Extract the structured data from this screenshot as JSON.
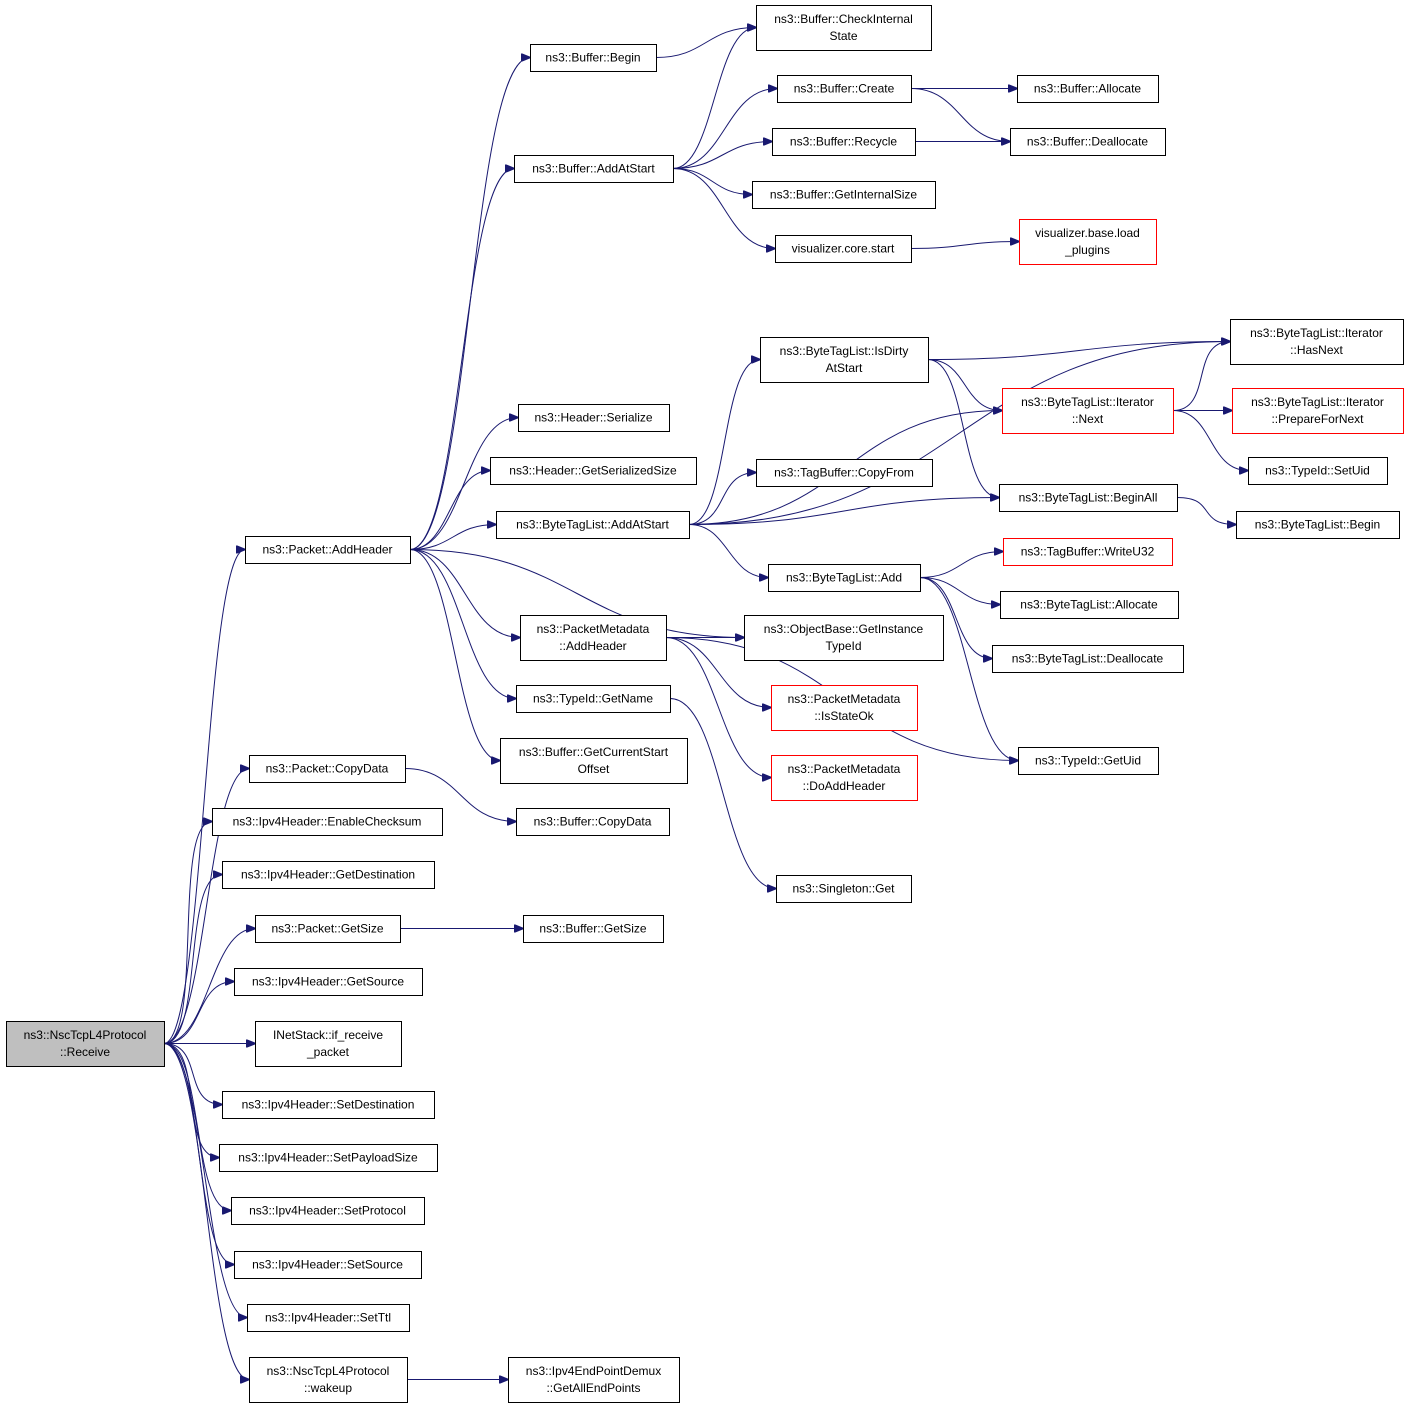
{
  "colors": {
    "edge": "#191970",
    "border_default": "#000000",
    "border_truncated": "#ff0000",
    "fill_root": "#bfbfbf",
    "fill_default": "#ffffff"
  },
  "nodes": [
    {
      "id": "root",
      "lines": [
        "ns3::NscTcpL4Protocol",
        "::Receive"
      ],
      "style": "root"
    },
    {
      "id": "packet_addheader",
      "lines": [
        "ns3::Packet::AddHeader"
      ],
      "style": "default"
    },
    {
      "id": "buffer_begin",
      "lines": [
        "ns3::Buffer::Begin"
      ],
      "style": "default"
    },
    {
      "id": "buffer_checkinternalstate",
      "lines": [
        "ns3::Buffer::CheckInternal",
        "State"
      ],
      "style": "default"
    },
    {
      "id": "buffer_addatstart",
      "lines": [
        "ns3::Buffer::AddAtStart"
      ],
      "style": "default"
    },
    {
      "id": "buffer_create",
      "lines": [
        "ns3::Buffer::Create"
      ],
      "style": "default"
    },
    {
      "id": "buffer_allocate",
      "lines": [
        "ns3::Buffer::Allocate"
      ],
      "style": "default"
    },
    {
      "id": "buffer_recycle",
      "lines": [
        "ns3::Buffer::Recycle"
      ],
      "style": "default"
    },
    {
      "id": "buffer_deallocate",
      "lines": [
        "ns3::Buffer::Deallocate"
      ],
      "style": "default"
    },
    {
      "id": "buffer_getinternalsize",
      "lines": [
        "ns3::Buffer::GetInternalSize"
      ],
      "style": "default"
    },
    {
      "id": "visualizer_core_start",
      "lines": [
        "visualizer.core.start"
      ],
      "style": "default"
    },
    {
      "id": "visualizer_base_load_plugins",
      "lines": [
        "visualizer.base.load",
        "_plugins"
      ],
      "style": "truncated"
    },
    {
      "id": "header_serialize",
      "lines": [
        "ns3::Header::Serialize"
      ],
      "style": "default"
    },
    {
      "id": "header_getserializedsize",
      "lines": [
        "ns3::Header::GetSerializedSize"
      ],
      "style": "default"
    },
    {
      "id": "bytetaglist_addatstart",
      "lines": [
        "ns3::ByteTagList::AddAtStart"
      ],
      "style": "default"
    },
    {
      "id": "bytetaglist_isdirtyatstart",
      "lines": [
        "ns3::ByteTagList::IsDirty",
        "AtStart"
      ],
      "style": "default"
    },
    {
      "id": "bytetaglist_iterator_hasnext",
      "lines": [
        "ns3::ByteTagList::Iterator",
        "::HasNext"
      ],
      "style": "default"
    },
    {
      "id": "bytetaglist_iterator_next",
      "lines": [
        "ns3::ByteTagList::Iterator",
        "::Next"
      ],
      "style": "truncated"
    },
    {
      "id": "bytetaglist_iterator_preparefornext",
      "lines": [
        "ns3::ByteTagList::Iterator",
        "::PrepareForNext"
      ],
      "style": "truncated"
    },
    {
      "id": "typeid_setuid",
      "lines": [
        "ns3::TypeId::SetUid"
      ],
      "style": "default"
    },
    {
      "id": "tagbuffer_copyfrom",
      "lines": [
        "ns3::TagBuffer::CopyFrom"
      ],
      "style": "default"
    },
    {
      "id": "bytetaglist_beginall",
      "lines": [
        "ns3::ByteTagList::BeginAll"
      ],
      "style": "default"
    },
    {
      "id": "bytetaglist_begin",
      "lines": [
        "ns3::ByteTagList::Begin"
      ],
      "style": "default"
    },
    {
      "id": "bytetaglist_add",
      "lines": [
        "ns3::ByteTagList::Add"
      ],
      "style": "default"
    },
    {
      "id": "tagbuffer_writeu32",
      "lines": [
        "ns3::TagBuffer::WriteU32"
      ],
      "style": "truncated"
    },
    {
      "id": "bytetaglist_allocate",
      "lines": [
        "ns3::ByteTagList::Allocate"
      ],
      "style": "default"
    },
    {
      "id": "bytetaglist_deallocate",
      "lines": [
        "ns3::ByteTagList::Deallocate"
      ],
      "style": "default"
    },
    {
      "id": "packetmetadata_addheader",
      "lines": [
        "ns3::PacketMetadata",
        "::AddHeader"
      ],
      "style": "default"
    },
    {
      "id": "objectbase_getinstancetypeid",
      "lines": [
        "ns3::ObjectBase::GetInstance",
        "TypeId"
      ],
      "style": "default"
    },
    {
      "id": "packetmetadata_isstateok",
      "lines": [
        "ns3::PacketMetadata",
        "::IsStateOk"
      ],
      "style": "truncated"
    },
    {
      "id": "packetmetadata_doaddheader",
      "lines": [
        "ns3::PacketMetadata",
        "::DoAddHeader"
      ],
      "style": "truncated"
    },
    {
      "id": "typeid_getuid",
      "lines": [
        "ns3::TypeId::GetUid"
      ],
      "style": "default"
    },
    {
      "id": "typeid_getname",
      "lines": [
        "ns3::TypeId::GetName"
      ],
      "style": "default"
    },
    {
      "id": "buffer_getcurrentstartoffset",
      "lines": [
        "ns3::Buffer::GetCurrentStart",
        "Offset"
      ],
      "style": "default"
    },
    {
      "id": "singleton_get",
      "lines": [
        "ns3::Singleton::Get"
      ],
      "style": "default"
    },
    {
      "id": "packet_copydata",
      "lines": [
        "ns3::Packet::CopyData"
      ],
      "style": "default"
    },
    {
      "id": "buffer_copydata",
      "lines": [
        "ns3::Buffer::CopyData"
      ],
      "style": "default"
    },
    {
      "id": "ipv4header_enablechecksum",
      "lines": [
        "ns3::Ipv4Header::EnableChecksum"
      ],
      "style": "default"
    },
    {
      "id": "ipv4header_getdestination",
      "lines": [
        "ns3::Ipv4Header::GetDestination"
      ],
      "style": "default"
    },
    {
      "id": "packet_getsize",
      "lines": [
        "ns3::Packet::GetSize"
      ],
      "style": "default"
    },
    {
      "id": "buffer_getsize",
      "lines": [
        "ns3::Buffer::GetSize"
      ],
      "style": "default"
    },
    {
      "id": "ipv4header_getsource",
      "lines": [
        "ns3::Ipv4Header::GetSource"
      ],
      "style": "default"
    },
    {
      "id": "inetstack_if_receive_packet",
      "lines": [
        "INetStack::if_receive",
        "_packet"
      ],
      "style": "default"
    },
    {
      "id": "ipv4header_setdestination",
      "lines": [
        "ns3::Ipv4Header::SetDestination"
      ],
      "style": "default"
    },
    {
      "id": "ipv4header_setpayloadsize",
      "lines": [
        "ns3::Ipv4Header::SetPayloadSize"
      ],
      "style": "default"
    },
    {
      "id": "ipv4header_setprotocol",
      "lines": [
        "ns3::Ipv4Header::SetProtocol"
      ],
      "style": "default"
    },
    {
      "id": "ipv4header_setsource",
      "lines": [
        "ns3::Ipv4Header::SetSource"
      ],
      "style": "default"
    },
    {
      "id": "ipv4header_setttl",
      "lines": [
        "ns3::Ipv4Header::SetTtl"
      ],
      "style": "default"
    },
    {
      "id": "nsctcpl4protocol_wakeup",
      "lines": [
        "ns3::NscTcpL4Protocol",
        "::wakeup"
      ],
      "style": "default"
    },
    {
      "id": "ipv4endpointdemux_getallendpoints",
      "lines": [
        "ns3::Ipv4EndPointDemux",
        "::GetAllEndPoints"
      ],
      "style": "default"
    }
  ],
  "edges": [
    [
      "root",
      "packet_addheader"
    ],
    [
      "root",
      "packet_copydata"
    ],
    [
      "root",
      "ipv4header_enablechecksum"
    ],
    [
      "root",
      "ipv4header_getdestination"
    ],
    [
      "root",
      "packet_getsize"
    ],
    [
      "root",
      "ipv4header_getsource"
    ],
    [
      "root",
      "inetstack_if_receive_packet"
    ],
    [
      "root",
      "ipv4header_setdestination"
    ],
    [
      "root",
      "ipv4header_setpayloadsize"
    ],
    [
      "root",
      "ipv4header_setprotocol"
    ],
    [
      "root",
      "ipv4header_setsource"
    ],
    [
      "root",
      "ipv4header_setttl"
    ],
    [
      "root",
      "nsctcpl4protocol_wakeup"
    ],
    [
      "packet_addheader",
      "buffer_begin"
    ],
    [
      "packet_addheader",
      "buffer_addatstart"
    ],
    [
      "packet_addheader",
      "header_serialize"
    ],
    [
      "packet_addheader",
      "header_getserializedsize"
    ],
    [
      "packet_addheader",
      "bytetaglist_addatstart"
    ],
    [
      "packet_addheader",
      "objectbase_getinstancetypeid"
    ],
    [
      "packet_addheader",
      "packetmetadata_addheader"
    ],
    [
      "packet_addheader",
      "typeid_getname"
    ],
    [
      "packet_addheader",
      "buffer_getcurrentstartoffset"
    ],
    [
      "buffer_begin",
      "buffer_checkinternalstate"
    ],
    [
      "buffer_addatstart",
      "buffer_checkinternalstate"
    ],
    [
      "buffer_addatstart",
      "buffer_create"
    ],
    [
      "buffer_addatstart",
      "buffer_recycle"
    ],
    [
      "buffer_addatstart",
      "buffer_getinternalsize"
    ],
    [
      "buffer_addatstart",
      "visualizer_core_start"
    ],
    [
      "buffer_create",
      "buffer_allocate"
    ],
    [
      "buffer_create",
      "buffer_deallocate"
    ],
    [
      "buffer_recycle",
      "buffer_deallocate"
    ],
    [
      "visualizer_core_start",
      "visualizer_base_load_plugins"
    ],
    [
      "bytetaglist_addatstart",
      "bytetaglist_iterator_hasnext"
    ],
    [
      "bytetaglist_addatstart",
      "bytetaglist_isdirtyatstart"
    ],
    [
      "bytetaglist_addatstart",
      "bytetaglist_iterator_next"
    ],
    [
      "bytetaglist_addatstart",
      "tagbuffer_copyfrom"
    ],
    [
      "bytetaglist_addatstart",
      "bytetaglist_beginall"
    ],
    [
      "bytetaglist_addatstart",
      "bytetaglist_add"
    ],
    [
      "bytetaglist_isdirtyatstart",
      "bytetaglist_iterator_hasnext"
    ],
    [
      "bytetaglist_isdirtyatstart",
      "bytetaglist_iterator_next"
    ],
    [
      "bytetaglist_isdirtyatstart",
      "bytetaglist_beginall"
    ],
    [
      "bytetaglist_iterator_next",
      "bytetaglist_iterator_hasnext"
    ],
    [
      "bytetaglist_iterator_next",
      "bytetaglist_iterator_preparefornext"
    ],
    [
      "bytetaglist_iterator_next",
      "typeid_setuid"
    ],
    [
      "bytetaglist_beginall",
      "bytetaglist_begin"
    ],
    [
      "bytetaglist_add",
      "tagbuffer_writeu32"
    ],
    [
      "bytetaglist_add",
      "bytetaglist_allocate"
    ],
    [
      "bytetaglist_add",
      "bytetaglist_deallocate"
    ],
    [
      "bytetaglist_add",
      "typeid_getuid"
    ],
    [
      "packetmetadata_addheader",
      "objectbase_getinstancetypeid"
    ],
    [
      "packetmetadata_addheader",
      "packetmetadata_isstateok"
    ],
    [
      "packetmetadata_addheader",
      "packetmetadata_doaddheader"
    ],
    [
      "packetmetadata_addheader",
      "typeid_getuid"
    ],
    [
      "typeid_getname",
      "singleton_get"
    ],
    [
      "packet_copydata",
      "buffer_copydata"
    ],
    [
      "packet_getsize",
      "buffer_getsize"
    ],
    [
      "nsctcpl4protocol_wakeup",
      "ipv4endpointdemux_getallendpoints"
    ]
  ]
}
